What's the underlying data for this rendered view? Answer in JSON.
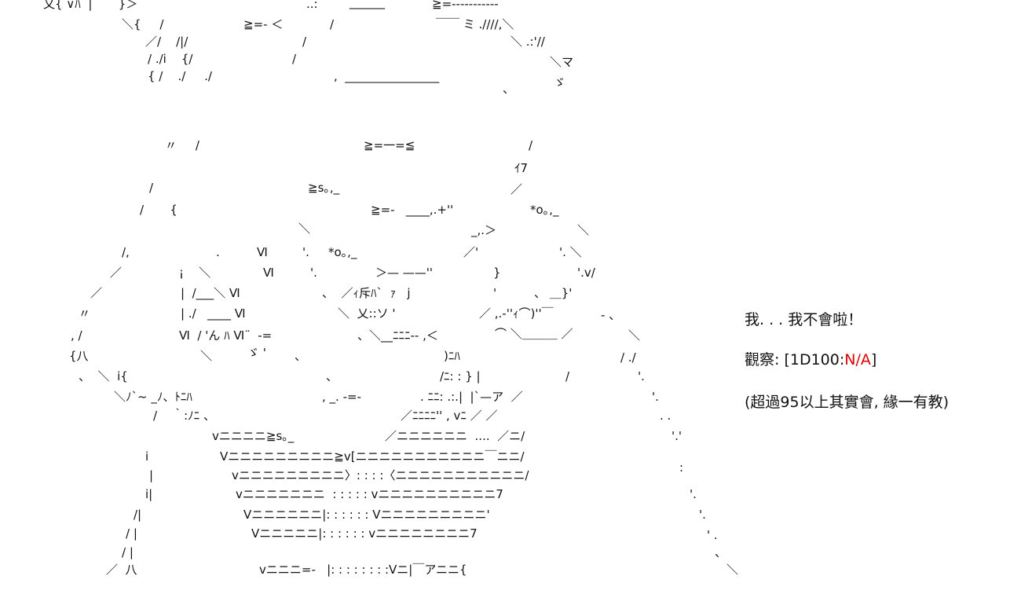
{
  "dialogue": {
    "line1": "我. . . 我不會啦！",
    "line2_prefix": "觀察: [1D100:",
    "line2_result": "N/A",
    "line2_suffix": "]",
    "line3": "(超過95以上其實會, 緣一有教)"
  },
  "colors": {
    "result": "#e00000"
  },
  "art": [
    "乂{ ∨ﾊ  |       }＞",
    "..:",
    "______",
    "≧=-----------",
    "＼{     /",
    "≧=- ＜",
    "/",
    "￣￣ ミ .////,＼",
    "／/    /|/",
    "/",
    "＼ .:'//",
    "/ ./i    {/",
    "/",
    "＼マ",
    "{ /    ./     ./",
    ",  ________________",
    "、",
    "ゞ",
    "〃     /",
    "≧=一=≦",
    "/",
    "ｲ7",
    "/",
    "≧s｡,_",
    "／",
    "/       {",
    "≧=-   ____,.+''",
    "*о｡,_",
    "＼",
    "_,.＞",
    "＼",
    "/,",
    ".",
    "Ⅵ",
    "'.",
    "*о｡,_",
    "／'",
    "'. ＼",
    "／",
    "¡    ＼",
    "Ⅵ",
    "'.",
    "＞— ——''",
    "}",
    "'.v/",
    "／",
    "|  /___＼ Ⅵ",
    "、  ／ｨ斥ﾊ`  ｧ   j",
    "'",
    "、 ＿}'",
    "〃",
    "| ./   ____ Ⅵ",
    "＼  乂::ソ '",
    "／ ,.-''ｨ⌒)''￣",
    "- 、",
    ", /",
    "Ⅵ  / 'ん ﾊ Ⅵ¨  -=",
    "、＼__ﾆﾆﾆ-- ,＜",
    "⌒ ＼＿＿＿ ／",
    "＼",
    "{八",
    "＼",
    "ゞ '",
    "、",
    ")ﾆﾊ",
    "/ ./",
    "、  ＼  i{",
    "、",
    "/ﾆ: : } |",
    "/",
    "'.",
    "＼ﾉ`~ _ﾉ、ﾄﾆﾊ",
    ", _. -=-",
    ". ﾆﾆ: .:.|  |`—ア  ／",
    "'.",
    "/    ｀:ﾉﾆ 、",
    "／ﾆﾆﾆﾆ'' , vﾆ ／ ／",
    ". .",
    "vニニニニ≧s｡_",
    "／ニニニニニニ  ....  ／ニ/",
    "'.'",
    "i",
    "Vニニニニニニニニニ≧v[ニニニニニニニニニニニ￣ニニ/",
    ":",
    "|",
    "vニニニニニニニニニ〉: : : :〈ニニニニニニニニニニニ/",
    "i|",
    "vニニニニニニニ  : : : : : vニニニニニニニニニニ7",
    "'.",
    "/|",
    "Vニニニニニニ|: : : : : : Vニニニニニニニニニ'",
    "'.",
    "/ |",
    "Vニニニニニ|: : : : : : vニニニニニニニニ7",
    "' .",
    "/ |",
    "、",
    "／  八",
    "vニニニ=-   |: : : : : : : :Vニ|￣アニニ{",
    "＼"
  ]
}
